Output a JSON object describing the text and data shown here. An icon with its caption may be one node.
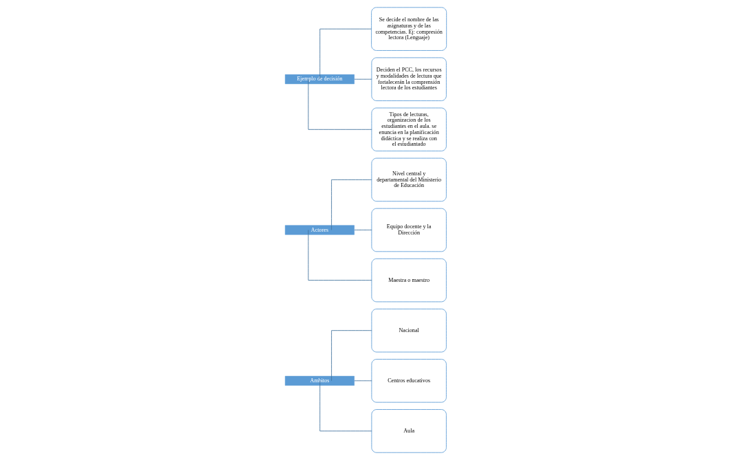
{
  "diagram": {
    "nodes": [
      {
        "text": [
          "Ambitos"
        ]
      },
      {
        "text": [
          "Nacional"
        ]
      },
      {
        "text": [
          "Centros educativos"
        ]
      },
      {
        "text": [
          "Aula"
        ]
      },
      {
        "text": [
          "Actores"
        ]
      },
      {
        "text": [
          "Nivel central y departamental del Ministerio de Educación"
        ]
      },
      {
        "text": [
          "Equipo docente y la Dirección"
        ]
      },
      {
        "text": [
          "Maestra o maestro"
        ]
      },
      {
        "text": [
          "Ejemplo de decisión"
        ]
      },
      {
        "text": [
          "Se decide el nombre de las asignaturas y de las competencias. Ej: compresión lectora (Lenguaje)"
        ]
      },
      {
        "text": [
          "Deciden el PCC, los recursos y modalidades de lectura que fortalecerán la comprensión lectora de los estudiantes"
        ]
      },
      {
        "text": [
          "Tipos de lecturas, organizacion de los estudiantes en el aula. se enuncia en la planificación didáctica y se realiza con el estudiantado"
        ]
      }
    ],
    "edges": [
      {
        "from": 0,
        "to": 1,
        "arrow": "none"
      },
      {
        "from": 0,
        "to": 2,
        "arrow": "none"
      },
      {
        "from": 0,
        "to": 3,
        "arrow": "none"
      },
      {
        "from": 4,
        "to": 5,
        "arrow": "none"
      },
      {
        "from": 4,
        "to": 6,
        "arrow": "none"
      },
      {
        "from": 4,
        "to": 7,
        "arrow": "none"
      },
      {
        "from": 8,
        "to": 9,
        "arrow": "none"
      },
      {
        "from": 8,
        "to": 10,
        "arrow": "none"
      },
      {
        "from": 8,
        "to": 11,
        "arrow": "none"
      }
    ]
  }
}
